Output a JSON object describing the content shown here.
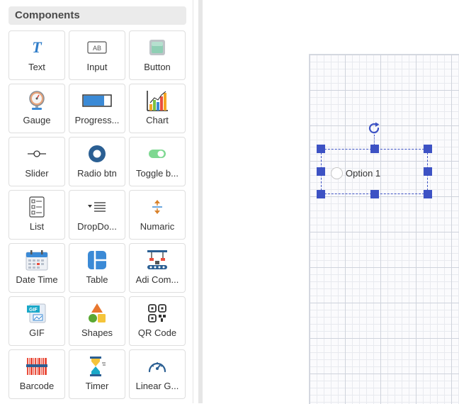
{
  "panel": {
    "title": "Components",
    "items": [
      {
        "label": "Text",
        "icon": "text-icon"
      },
      {
        "label": "Input",
        "icon": "input-icon"
      },
      {
        "label": "Button",
        "icon": "button-icon"
      },
      {
        "label": "Gauge",
        "icon": "gauge-icon"
      },
      {
        "label": "Progress...",
        "icon": "progress-icon"
      },
      {
        "label": "Chart",
        "icon": "chart-icon"
      },
      {
        "label": "Slider",
        "icon": "slider-icon"
      },
      {
        "label": "Radio btn",
        "icon": "radio-icon"
      },
      {
        "label": "Toggle b...",
        "icon": "toggle-icon"
      },
      {
        "label": "List",
        "icon": "list-icon"
      },
      {
        "label": "DropDo...",
        "icon": "dropdown-icon"
      },
      {
        "label": "Numaric",
        "icon": "numeric-icon"
      },
      {
        "label": "Date Time",
        "icon": "calendar-icon"
      },
      {
        "label": "Table",
        "icon": "table-icon"
      },
      {
        "label": "Adi Com...",
        "icon": "conveyor-icon"
      },
      {
        "label": "GIF",
        "icon": "gif-icon"
      },
      {
        "label": "Shapes",
        "icon": "shapes-icon"
      },
      {
        "label": "QR Code",
        "icon": "qr-code-icon"
      },
      {
        "label": "Barcode",
        "icon": "barcode-icon"
      },
      {
        "label": "Timer",
        "icon": "hourglass-icon"
      },
      {
        "label": "Linear G...",
        "icon": "linear-gauge-icon"
      }
    ]
  },
  "input_icon_text": "AB",
  "gif_icon_text": "GIF",
  "canvas": {
    "selected_widget": {
      "type": "radio",
      "label": "Option 1"
    }
  },
  "colors": {
    "accent": "#3d52c4",
    "grid_line": "#cfd3dc",
    "panel_header_bg": "#ebebeb"
  }
}
